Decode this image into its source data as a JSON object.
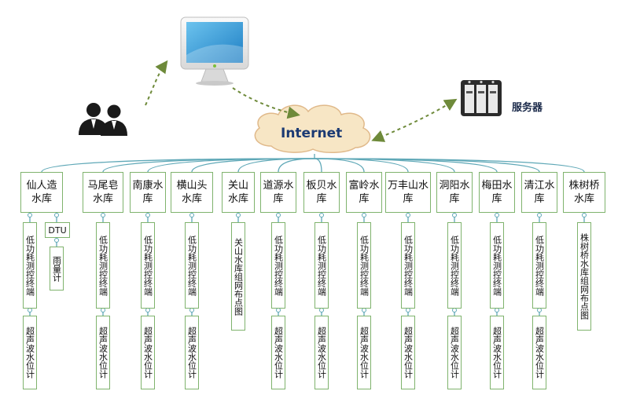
{
  "internet_label": "Internet",
  "server_label": "服务器",
  "dtu_label": "DTU",
  "rain_gauge_label": "雨量计",
  "terminal_label": "低功耗测控终端",
  "sensor_label": "超声波水位计",
  "reservoirs": [
    {
      "name": "仙人造水库",
      "bottom": [
        "低功耗测控终端",
        "超声波水位计"
      ]
    },
    {
      "name": "马尾皂水库",
      "bottom": [
        "低功耗测控终端",
        "超声波水位计"
      ]
    },
    {
      "name": "南康水库",
      "bottom": [
        "低功耗测控终端",
        "超声波水位计"
      ]
    },
    {
      "name": "横山头水库",
      "bottom": [
        "低功耗测控终端",
        "超声波水位计"
      ]
    },
    {
      "name": "关山水库",
      "bottom": [
        "关山水库组网布点图"
      ]
    },
    {
      "name": "道源水库",
      "bottom": [
        "低功耗测控终端",
        "超声波水位计"
      ]
    },
    {
      "name": "板贝水库",
      "bottom": [
        "低功耗测控终端",
        "超声波水位计"
      ]
    },
    {
      "name": "富岭水库",
      "bottom": [
        "低功耗测控终端",
        "超声波水位计"
      ]
    },
    {
      "name": "万丰山水库",
      "bottom": [
        "低功耗测控终端",
        "超声波水位计"
      ]
    },
    {
      "name": "洞阳水库",
      "bottom": [
        "低功耗测控终端",
        "超声波水位计"
      ]
    },
    {
      "name": "梅田水库",
      "bottom": [
        "低功耗测控终端",
        "超声波水位计"
      ]
    },
    {
      "name": "清江水库",
      "bottom": [
        "低功耗测控终端",
        "超声波水位计"
      ]
    },
    {
      "name": "株树桥水库",
      "bottom": [
        "株树桥水库组网布点图"
      ]
    }
  ],
  "colors": {
    "box_border": "#7fb36d",
    "tree_line": "#5fa8b7",
    "dashed_arrow": "#6e8a3a",
    "cloud_fill": "#f7e6c5",
    "cloud_stroke": "#e0b98a"
  }
}
